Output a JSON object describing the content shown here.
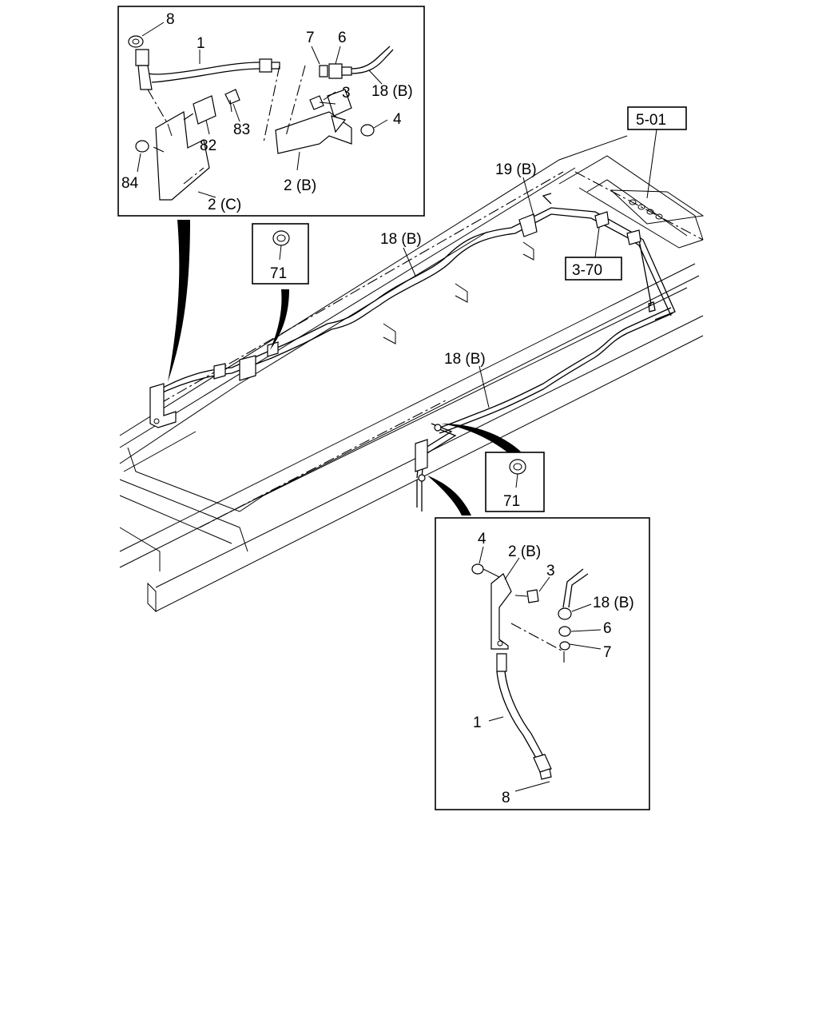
{
  "callouts": {
    "tl_8": "8",
    "tl_1": "1",
    "tl_7": "7",
    "tl_6": "6",
    "tl_18b": "18 (B)",
    "tl_3": "3",
    "tl_83": "83",
    "tl_4": "4",
    "tl_82": "82",
    "tl_84": "84",
    "tl_2b": "2 (B)",
    "tl_2c": "2 (C)",
    "mid_71a": "71",
    "mid_18b_a": "18 (B)",
    "mid_19b": "19 (B)",
    "mid_ref_501": "5-01",
    "mid_ref_370": "3-70",
    "mid_18b_b": "18 (B)",
    "mid_71b": "71",
    "br_4": "4",
    "br_2b": "2 (B)",
    "br_3": "3",
    "br_18b": "18 (B)",
    "br_6": "6",
    "br_7": "7",
    "br_1": "1",
    "br_8": "8"
  }
}
